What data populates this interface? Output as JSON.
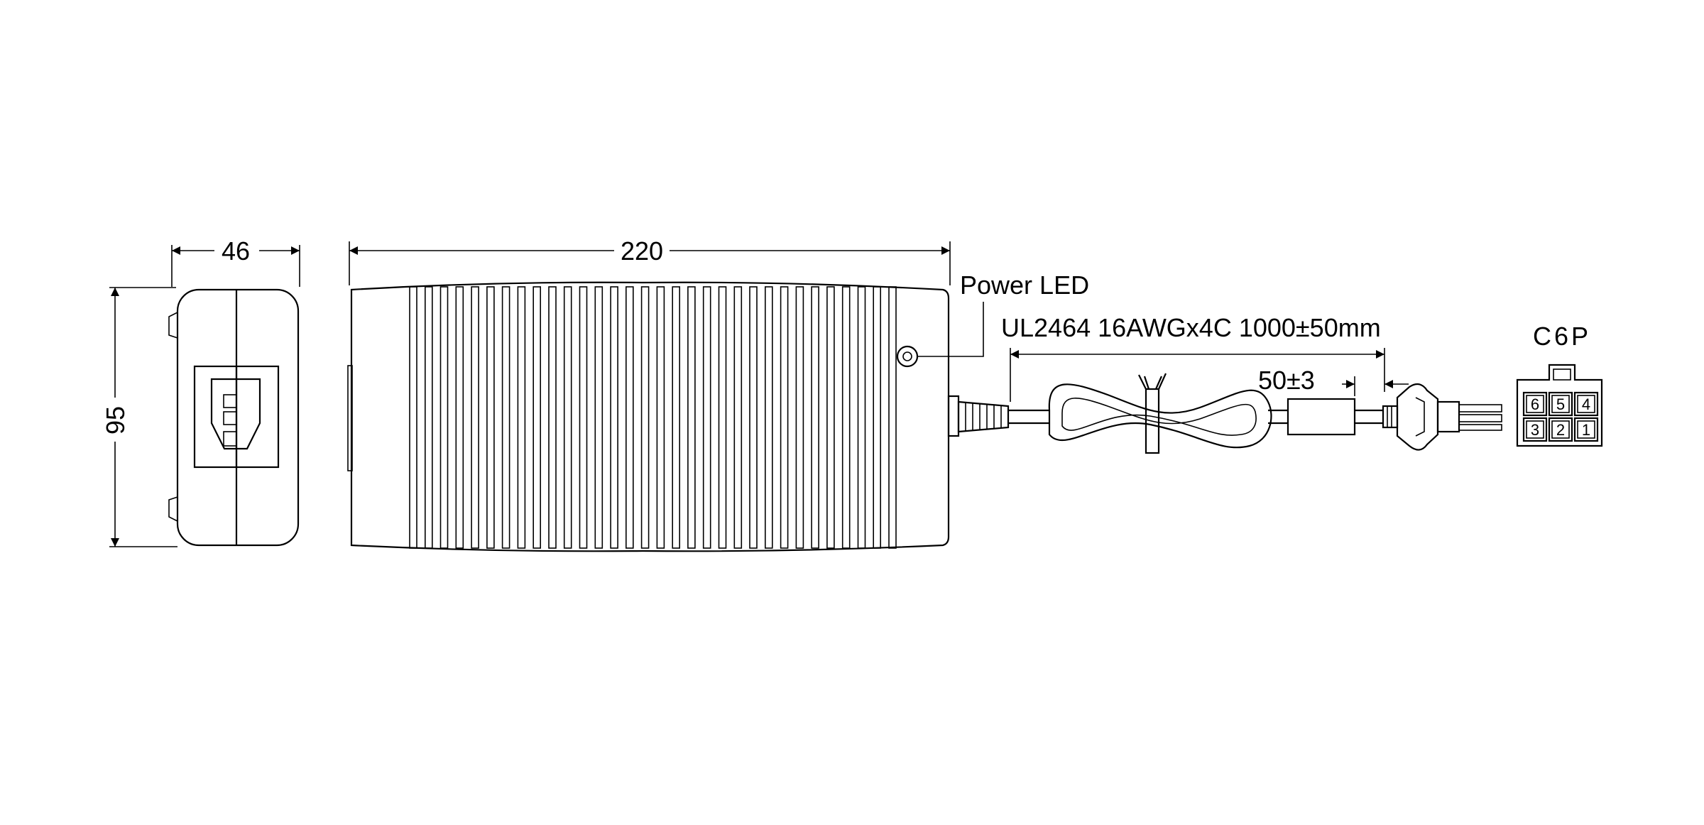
{
  "dimensions": {
    "width": "46",
    "height": "95",
    "length": "220"
  },
  "labels": {
    "power_led": "Power LED",
    "cable_spec": "UL2464 16AWGx4C 1000±50mm",
    "connector_tail": "50±3",
    "connector_type": "C6P"
  },
  "pins": {
    "top_row": [
      "6",
      "5",
      "4"
    ],
    "bottom_row": [
      "3",
      "2",
      "1"
    ]
  }
}
